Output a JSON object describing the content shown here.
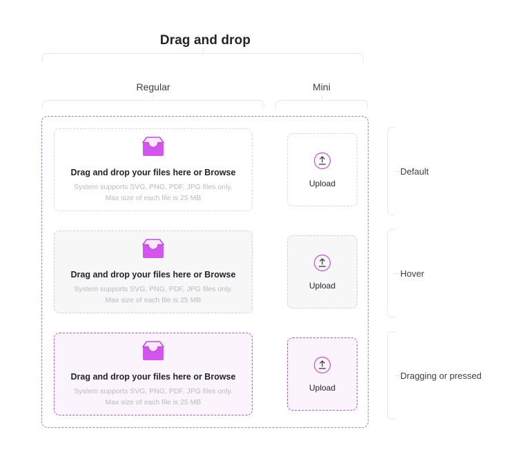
{
  "page": {
    "title": "Drag and drop"
  },
  "columns": [
    {
      "label": "Regular"
    },
    {
      "label": "Mini"
    }
  ],
  "states": [
    {
      "label": "Default"
    },
    {
      "label": "Hover"
    },
    {
      "label": "Dragging or pressed"
    }
  ],
  "regular_card": {
    "headline": "Drag and drop your files here or Browse",
    "sub_line_1": "System supports SVG, PNG, PDF, JPG files only.",
    "sub_line_2": "Max size of each file is 25 MB",
    "icon": "inbox-tray-icon"
  },
  "mini_card": {
    "label": "Upload",
    "icon": "upload-circle-icon"
  },
  "colors": {
    "accent_purple": "#c44ae0",
    "icon_purple": "#d455ee",
    "icon_purple_dark": "#b03fd0",
    "container_border": "#8282e6",
    "dragging_border": "#b44fd0",
    "dragging_bg": "#fcf4fd",
    "hover_bg": "#f7f7f8",
    "default_border": "#d8d8de",
    "bracket": "#e8e8ec",
    "title_text": "#232329",
    "muted_text": "#b9b9c2"
  }
}
